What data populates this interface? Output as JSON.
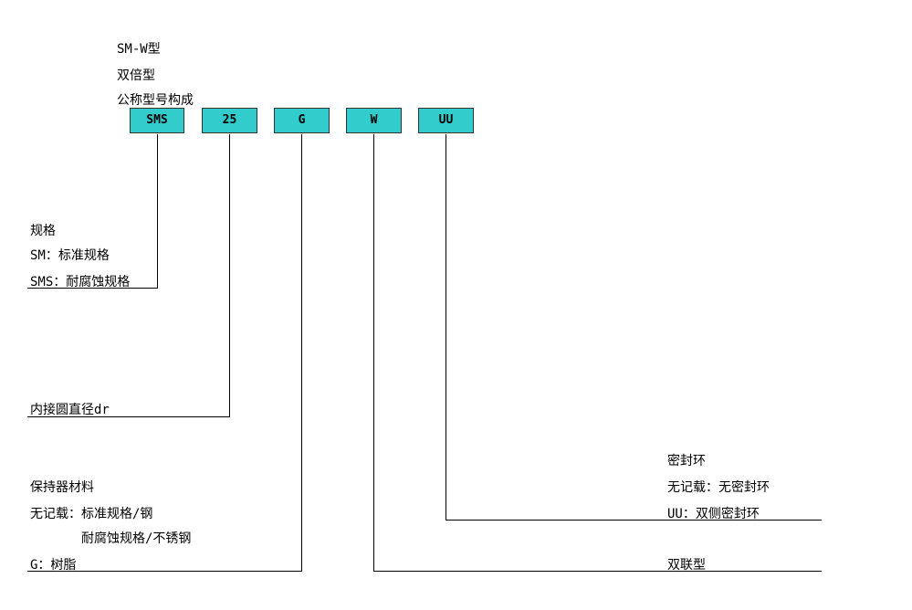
{
  "header": {
    "line1": "SM-W型",
    "line2": "双倍型",
    "line3": "公称型号构成"
  },
  "codes": [
    "SMS",
    "25",
    "G",
    "W",
    "UU"
  ],
  "spec": {
    "title": "规格",
    "sm": "SM：标准规格",
    "sms": "SMS：耐腐蚀规格"
  },
  "diameter": {
    "label": "内接圆直径dr"
  },
  "retainer": {
    "title": "保持器材料",
    "none": "无记载：标准规格/钢",
    "corrosion": "耐腐蚀规格/不锈钢",
    "g": "G：树脂"
  },
  "seal": {
    "title": "密封环",
    "none": "无记载：无密封环",
    "uu": "UU：双侧密封环"
  },
  "double": {
    "label": "双联型"
  }
}
